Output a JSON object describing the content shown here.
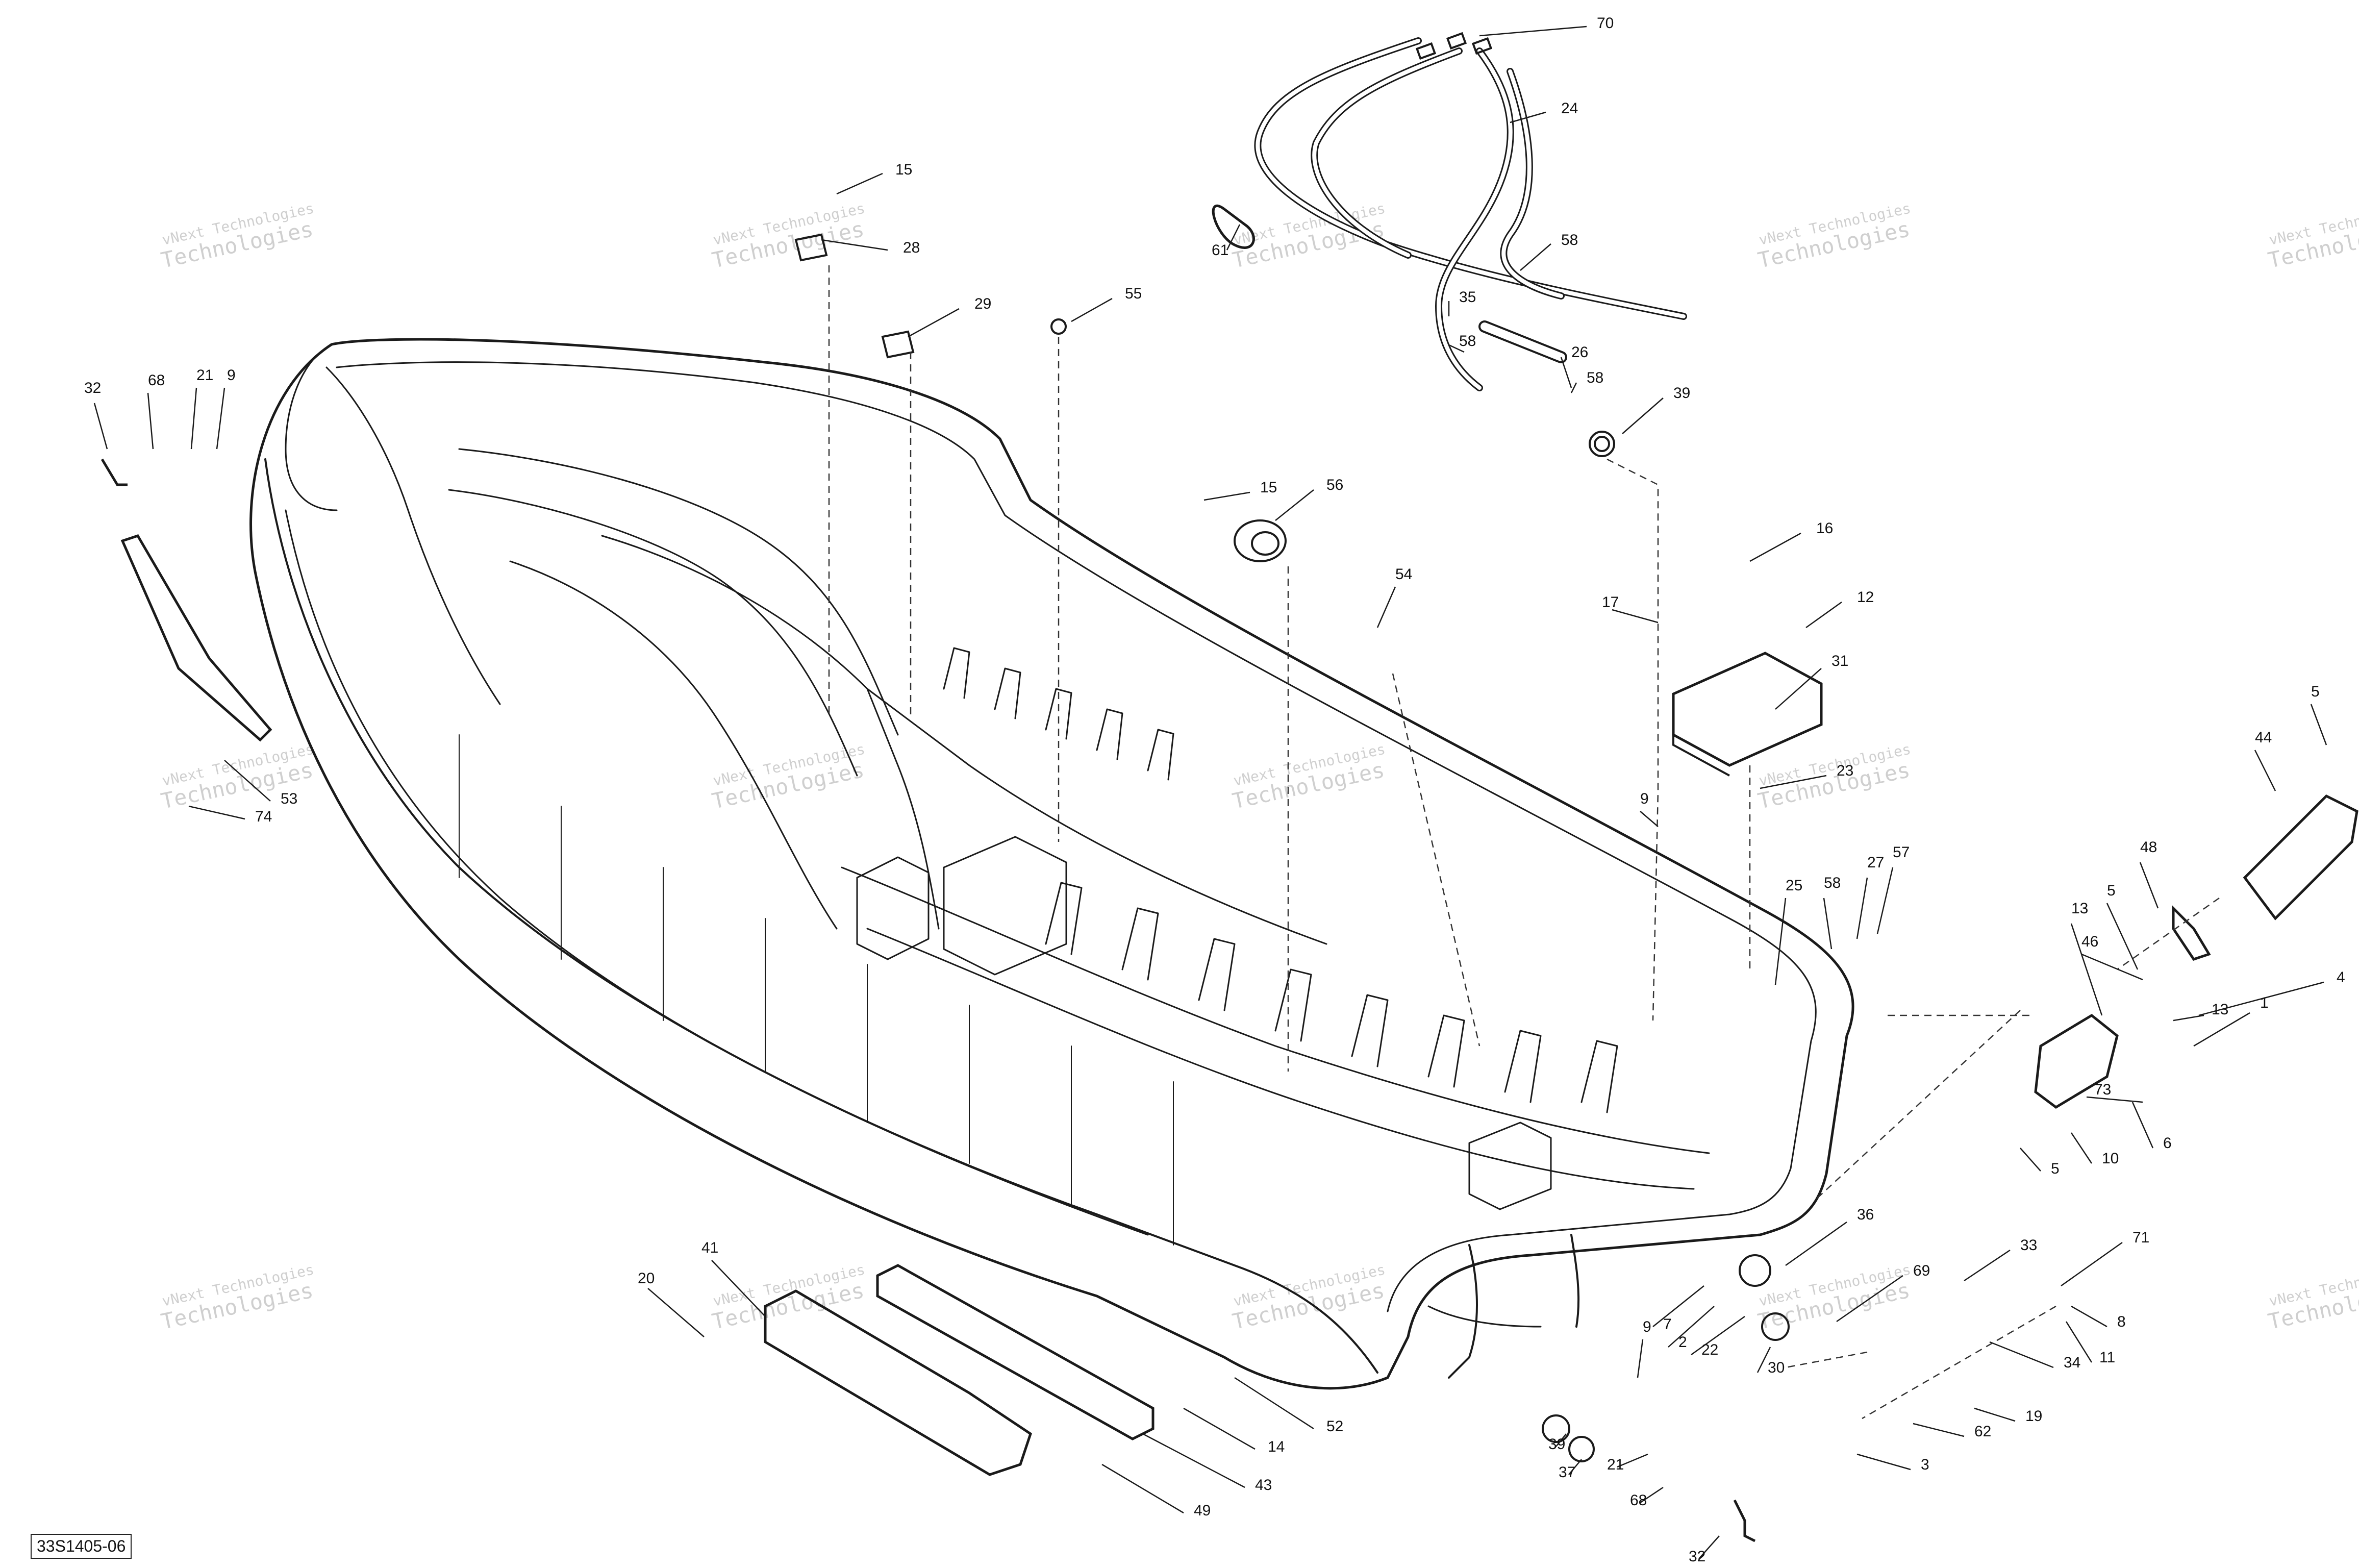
{
  "diagram": {
    "reference_code": "33S1405-06",
    "watermark": {
      "line1": "vNext Technologies",
      "line2": "Technologies"
    },
    "callouts": [
      "70",
      "24",
      "61",
      "15",
      "28",
      "29",
      "55",
      "58",
      "35",
      "58",
      "26",
      "58",
      "39",
      "15",
      "56",
      "32",
      "68",
      "21",
      "9",
      "53",
      "74",
      "54",
      "16",
      "17",
      "12",
      "31",
      "23",
      "9",
      "25",
      "58",
      "27",
      "57",
      "5",
      "44",
      "48",
      "5",
      "13",
      "46",
      "4",
      "13",
      "1",
      "73",
      "6",
      "10",
      "5",
      "36",
      "69",
      "33",
      "71",
      "7",
      "2",
      "22",
      "30",
      "8",
      "34",
      "11",
      "19",
      "62",
      "3",
      "20",
      "41",
      "9",
      "39",
      "37",
      "21",
      "68",
      "32",
      "52",
      "14",
      "43",
      "49"
    ]
  }
}
